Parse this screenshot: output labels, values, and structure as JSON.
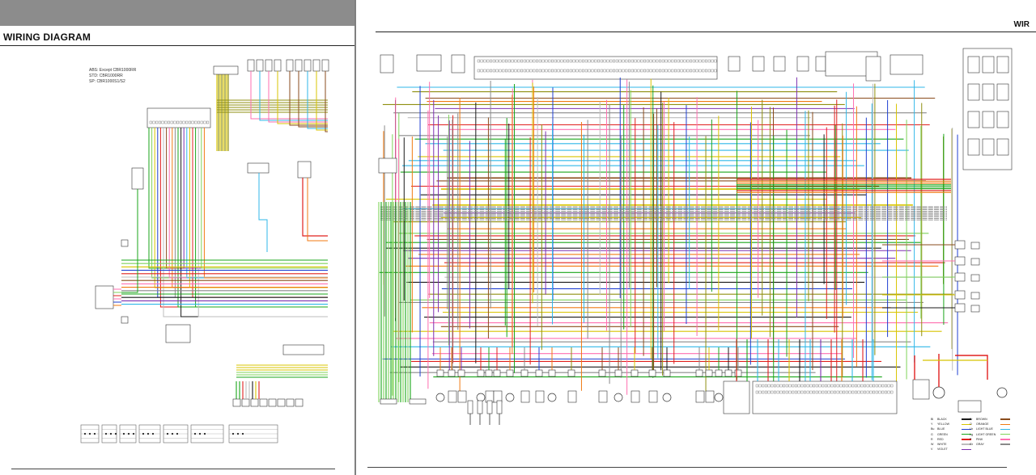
{
  "left_page": {
    "title": "WIRING DIAGRAM",
    "variants": [
      "ABS: Except CBR1000RR",
      "STD: CBR1000RR",
      "SP: CBR1000S1/S2"
    ]
  },
  "right_page": {
    "title": "WIR"
  },
  "wire_colors": {
    "black": "#1a1a1a",
    "yellow": "#d8c400",
    "blue": "#1f3fd1",
    "green": "#1aa51a",
    "red": "#e0201e",
    "white": "#bdbdbd",
    "violet": "#7d2fb0",
    "brown": "#8a4b1c",
    "orange": "#f07a12",
    "light_blue": "#2fb7e8",
    "light_green": "#7fd35a",
    "pink": "#ff6fb0",
    "gray": "#8a8a8a",
    "olive": "#8f8f10"
  },
  "legend": [
    {
      "code": "Bl",
      "name": "BLACK",
      "color": "black"
    },
    {
      "code": "Y",
      "name": "YELLOW",
      "color": "yellow"
    },
    {
      "code": "Bu",
      "name": "BLUE",
      "color": "blue"
    },
    {
      "code": "G",
      "name": "GREEN",
      "color": "green"
    },
    {
      "code": "R",
      "name": "RED",
      "color": "red"
    },
    {
      "code": "W",
      "name": "WHITE",
      "color": "white"
    },
    {
      "code": "V",
      "name": "VIOLET",
      "color": "violet"
    },
    {
      "code": "Br",
      "name": "BROWN",
      "color": "brown"
    },
    {
      "code": "O",
      "name": "ORANGE",
      "color": "orange"
    },
    {
      "code": "Lb",
      "name": "LIGHT BLUE",
      "color": "light_blue"
    },
    {
      "code": "Lg",
      "name": "LIGHT GREEN",
      "color": "light_green"
    },
    {
      "code": "P",
      "name": "PINK",
      "color": "pink"
    },
    {
      "code": "Gr",
      "name": "GRAY",
      "color": "gray"
    }
  ]
}
